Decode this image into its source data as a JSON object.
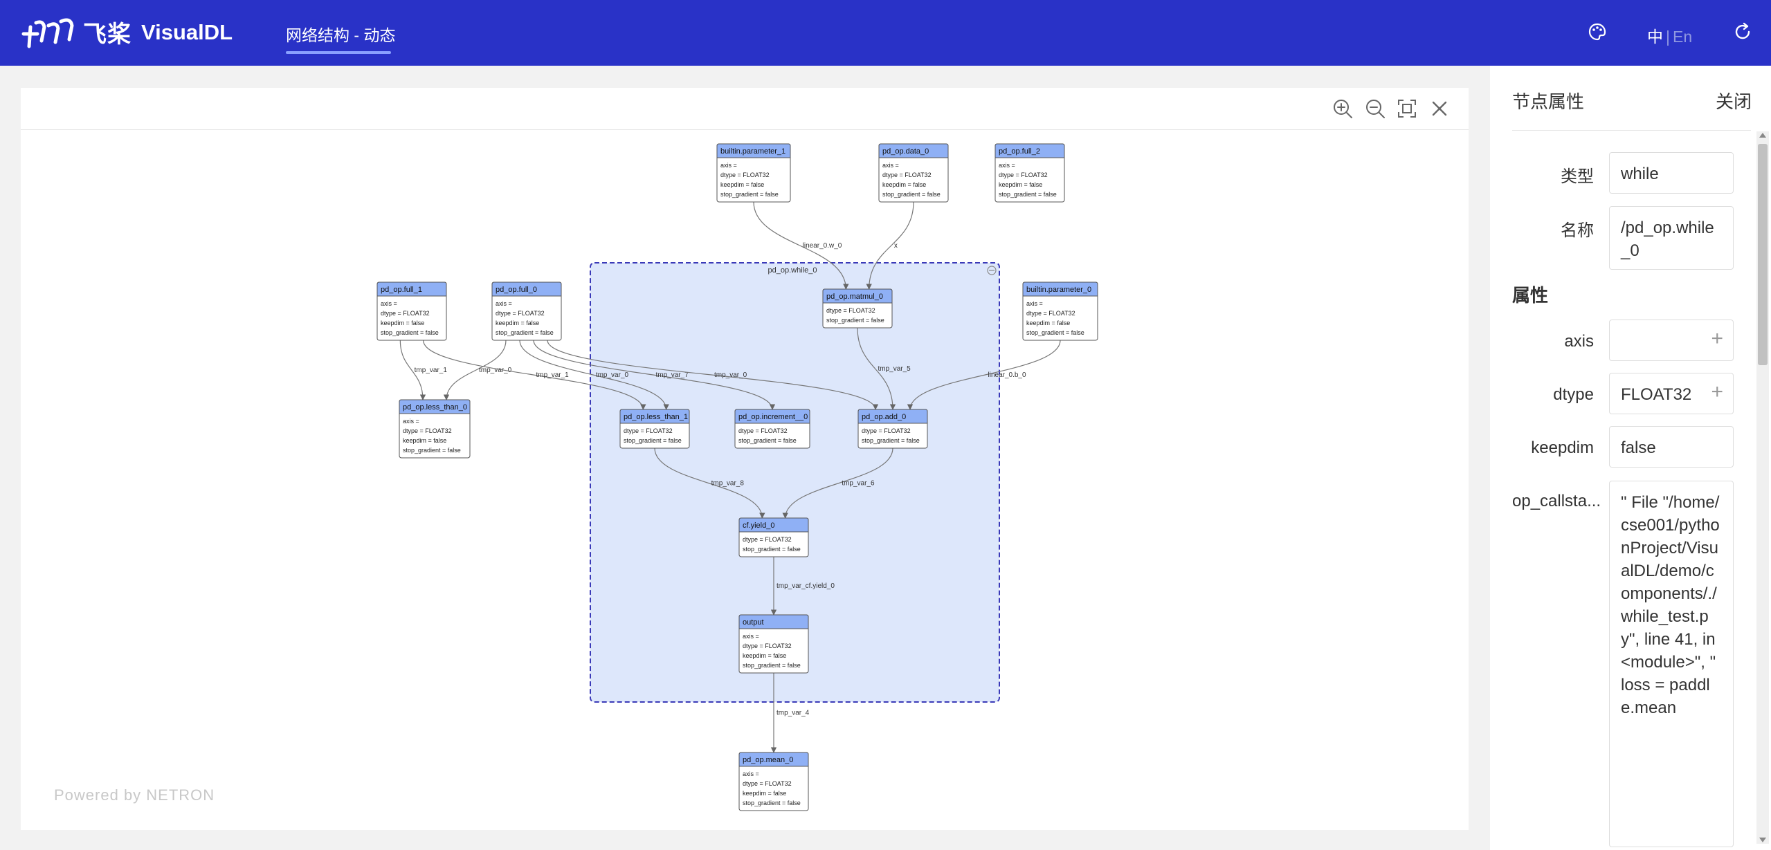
{
  "header": {
    "logo_cn": "飞桨",
    "logo_en": "VisualDL",
    "nav_tab": "网络结构 - 动态",
    "lang_zh": "中",
    "lang_sep": "|",
    "lang_en": "En",
    "icons": [
      "palette-icon",
      "refresh-icon"
    ]
  },
  "toolbar": {
    "icons": [
      "zoom-in-icon",
      "zoom-out-icon",
      "fit-screen-icon",
      "close-icon"
    ]
  },
  "graph": {
    "group_label": "pd_op.while_0",
    "nodes": [
      {
        "id": "n_param1",
        "title": "builtin.parameter_1",
        "attrs": [
          "axis =",
          "dtype = FLOAT32",
          "keepdim = false",
          "stop_gradient = false"
        ]
      },
      {
        "id": "n_data0",
        "title": "pd_op.data_0",
        "attrs": [
          "axis =",
          "dtype = FLOAT32",
          "keepdim = false",
          "stop_gradient = false"
        ]
      },
      {
        "id": "n_full2",
        "title": "pd_op.full_2",
        "attrs": [
          "axis =",
          "dtype = FLOAT32",
          "keepdim = false",
          "stop_gradient = false"
        ]
      },
      {
        "id": "n_full1",
        "title": "pd_op.full_1",
        "attrs": [
          "axis =",
          "dtype = FLOAT32",
          "keepdim = false",
          "stop_gradient = false"
        ]
      },
      {
        "id": "n_full0",
        "title": "pd_op.full_0",
        "attrs": [
          "axis =",
          "dtype = FLOAT32",
          "keepdim = false",
          "stop_gradient = false"
        ]
      },
      {
        "id": "n_matmul",
        "title": "pd_op.matmul_0",
        "attrs": [
          "dtype = FLOAT32",
          "stop_gradient = false"
        ]
      },
      {
        "id": "n_param0",
        "title": "builtin.parameter_0",
        "attrs": [
          "axis =",
          "dtype = FLOAT32",
          "keepdim = false",
          "stop_gradient = false"
        ]
      },
      {
        "id": "n_less0",
        "title": "pd_op.less_than_0",
        "attrs": [
          "axis =",
          "dtype = FLOAT32",
          "keepdim = false",
          "stop_gradient = false"
        ]
      },
      {
        "id": "n_less1",
        "title": "pd_op.less_than_1",
        "attrs": [
          "dtype = FLOAT32",
          "stop_gradient = false"
        ]
      },
      {
        "id": "n_incr",
        "title": "pd_op.increment__0",
        "attrs": [
          "dtype = FLOAT32",
          "stop_gradient = false"
        ]
      },
      {
        "id": "n_add",
        "title": "pd_op.add_0",
        "attrs": [
          "dtype = FLOAT32",
          "stop_gradient = false"
        ]
      },
      {
        "id": "n_yield",
        "title": "cf.yield_0",
        "attrs": [
          "dtype = FLOAT32",
          "stop_gradient = false"
        ]
      },
      {
        "id": "n_output",
        "title": "output",
        "attrs": [
          "axis =",
          "dtype = FLOAT32",
          "keepdim = false",
          "stop_gradient = false"
        ]
      },
      {
        "id": "n_mean",
        "title": "pd_op.mean_0",
        "attrs": [
          "axis =",
          "dtype = FLOAT32",
          "keepdim = false",
          "stop_gradient = false"
        ]
      }
    ],
    "edges": [
      {
        "from": "n_param1",
        "to": "n_matmul",
        "label": "linear_0.w_0"
      },
      {
        "from": "n_data0",
        "to": "n_matmul",
        "label": "x"
      },
      {
        "from": "n_full1",
        "to": "n_less0",
        "label": "tmp_var_1"
      },
      {
        "from": "n_full0",
        "to": "n_less0",
        "label": "tmp_var_0"
      },
      {
        "from": "n_full1",
        "to": "n_less1",
        "label": "tmp_var_1"
      },
      {
        "from": "n_full0",
        "to": "n_less1",
        "label": "tmp_var_0"
      },
      {
        "from": "n_full0",
        "to": "n_incr",
        "label": "tmp_var_7"
      },
      {
        "from": "n_full0",
        "to": "n_add",
        "label": "tmp_var_0"
      },
      {
        "from": "n_matmul",
        "to": "n_add",
        "label": "tmp_var_5"
      },
      {
        "from": "n_param0",
        "to": "n_add",
        "label": "linear_0.b_0"
      },
      {
        "from": "n_less1",
        "to": "n_yield",
        "label": "tmp_var_8"
      },
      {
        "from": "n_add",
        "to": "n_yield",
        "label": "tmp_var_6"
      },
      {
        "from": "n_yield",
        "to": "n_output",
        "label": "tmp_var_cf.yield_0"
      },
      {
        "from": "n_output",
        "to": "n_mean",
        "label": "tmp_var_4"
      }
    ]
  },
  "powered_by": "Powered by NETRON",
  "panel": {
    "title": "节点属性",
    "close_label": "关闭",
    "attr_heading": "属性",
    "type_label": "类型",
    "type_value": "while",
    "name_label": "名称",
    "name_value": "/pd_op.while_0",
    "props": [
      {
        "key": "axis",
        "value": "",
        "plus": true
      },
      {
        "key": "dtype",
        "value": "FLOAT32",
        "plus": true
      },
      {
        "key": "keepdim",
        "value": "false",
        "plus": false
      },
      {
        "key": "op_callsta...",
        "value": "\" File \"/home/cse001/pythonProject/VisualDL/demo/components/./while_test.py\", line 41, in <module>\", \" loss = paddle.mean",
        "plus": false
      }
    ]
  }
}
